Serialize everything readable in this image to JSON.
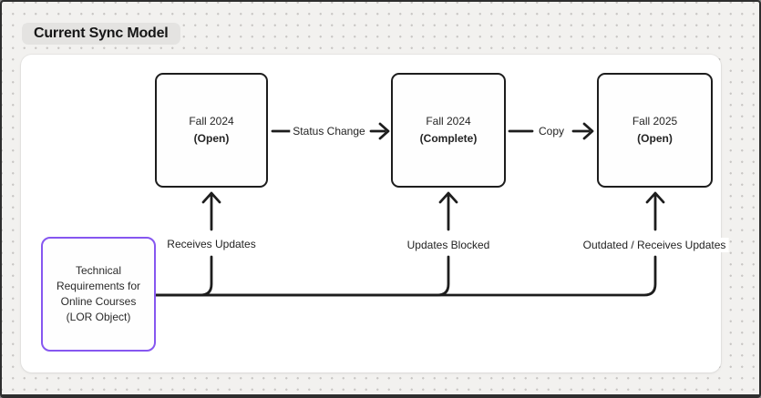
{
  "canvas": {
    "title": "Current Sync Model"
  },
  "colors": {
    "accent_purple": "#8657f0",
    "ink": "#1d1d1d",
    "canvas_bg": "#f2f1ef",
    "dot_grid": "#c8c6c4",
    "frame_bg": "#ffffff",
    "title_pill_bg": "#e4e3e1",
    "outer_border": "#2e2e2e"
  },
  "diagram": {
    "nodes": [
      {
        "title": "Fall 2024",
        "status": "(Open)"
      },
      {
        "title": "Fall 2024",
        "status": "(Complete)"
      },
      {
        "title": "Fall 2025",
        "status": "(Open)"
      }
    ],
    "source": {
      "lines": [
        "Technical",
        "Requirements for",
        "Online Courses",
        "(LOR Object)"
      ]
    },
    "edges": {
      "status_change": "Status Change",
      "copy": "Copy",
      "receives_updates": "Receives Updates",
      "updates_blocked": "Updates Blocked",
      "outdated": "Outdated / Receives Updates"
    }
  }
}
